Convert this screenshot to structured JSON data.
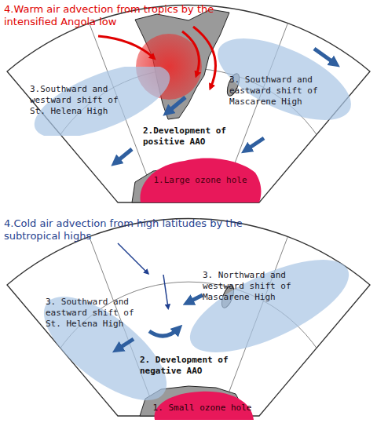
{
  "diagram": {
    "nodes": [
      {
        "text": [
          "3.Southward and westward shift of St. Helena High"
        ]
      },
      {
        "text": [
          "3. Southward and eastward shift of Mascarene High"
        ]
      },
      {
        "text": [
          "1.Large ozone hole"
        ]
      },
      {
        "text": [
          "3. Southward and eastward shift of St. Helena High"
        ]
      },
      {
        "text": [
          "3. Northward and westward shift of Mascarene High"
        ]
      },
      {
        "text": [
          "1. Small ozone hole"
        ]
      }
    ],
    "labels": [
      "4.Warm air advection from tropics by the intensified Angola low",
      "2.Development of positive AAO",
      "4.Cold air advection from high latitudes by the subtropical highs",
      "2. Development of negative AAO"
    ]
  }
}
